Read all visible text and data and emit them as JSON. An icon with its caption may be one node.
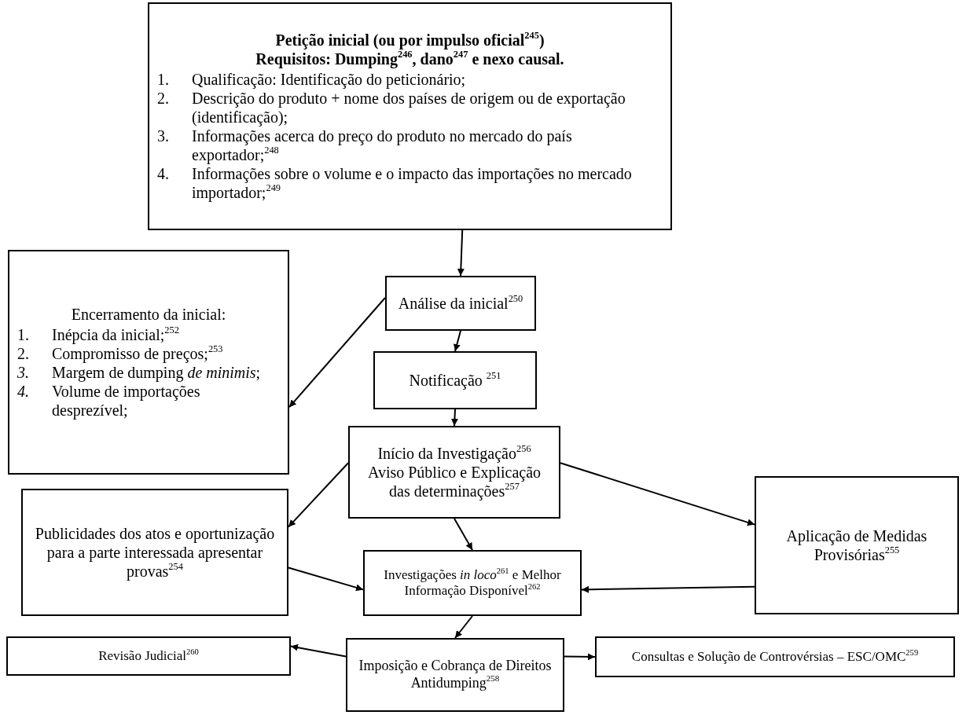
{
  "diagram": {
    "nodes": [
      {
        "text": [
          "Petição inicial (ou por impulso oficial$^{245}$)",
          "Requisitos: Dumping$^{246}$, dano$^{247}$ e nexo causal.",
          "1. Qualificação: Identificação do peticionário;",
          "2. Descrição do produto + nome dos países de origem ou de exportação (identificação);",
          "3. Informações acerca do preço do produto no mercado do país exportador;$^{248}$",
          "4. Informações sobre o volume e o impacto das importações no mercado importador;$^{249}$"
        ]
      },
      {
        "text": [
          "Encerramento da inicial:",
          "1. Inépcia da inicial;$^{252}$",
          "2. Compromisso de preços;$^{253}$",
          "*3.* Margem de dumping *de minimis*;",
          "*4.* Volume de importações desprezível;"
        ]
      },
      {
        "text": [
          "Análise da inicial$^{250}$"
        ]
      },
      {
        "text": [
          "Notificação $^{251}$"
        ]
      },
      {
        "text": [
          "Início da Investigação$^{256}$",
          "Aviso Público e Explicação das determinações$^{257}$"
        ]
      },
      {
        "text": [
          "Publicidades dos atos e oportunização para a parte interessada apresentar provas$^{254}$"
        ]
      },
      {
        "text": [
          "Aplicação de Medidas Provisórias$^{255}$"
        ]
      },
      {
        "text": [
          "Investigações *in loco*$^{261}$ e Melhor Informação Disponível$^{262}$"
        ]
      },
      {
        "text": [
          "Revisão Judicial$^{260}$"
        ]
      },
      {
        "text": [
          "Imposição e Cobrança de Direitos Antidumping$^{258}$"
        ]
      },
      {
        "text": [
          "Consultas e Solução de Controvérsias – ESC/OMC$^{259}$"
        ]
      }
    ],
    "edges": [
      {
        "from": 0,
        "to": 2,
        "arrow": "to"
      },
      {
        "from": 2,
        "to": 1,
        "arrow": "to"
      },
      {
        "from": 2,
        "to": 3,
        "arrow": "to"
      },
      {
        "from": 3,
        "to": 4,
        "arrow": "to"
      },
      {
        "from": 4,
        "to": 5,
        "arrow": "to"
      },
      {
        "from": 4,
        "to": 7,
        "arrow": "to"
      },
      {
        "from": 4,
        "to": 6,
        "arrow": "to"
      },
      {
        "from": 5,
        "to": 7,
        "arrow": "to"
      },
      {
        "from": 6,
        "to": 7,
        "arrow": "to"
      },
      {
        "from": 7,
        "to": 9,
        "arrow": "to"
      },
      {
        "from": 9,
        "to": 8,
        "arrow": "to"
      },
      {
        "from": 9,
        "to": 10,
        "arrow": "to"
      }
    ]
  }
}
